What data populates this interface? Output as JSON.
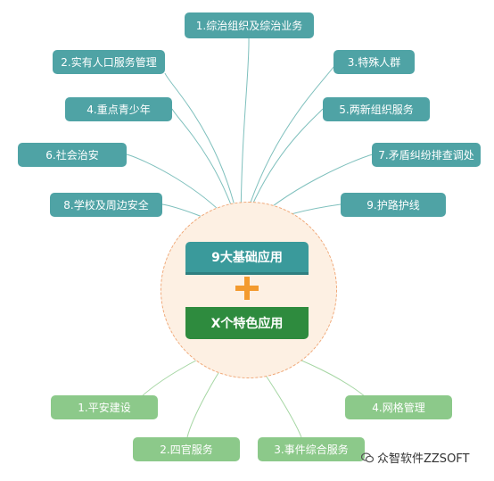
{
  "top_items": [
    "1.综治组织及综治业务",
    "2.实有人口服务管理",
    "3.特殊人群",
    "4.重点青少年",
    "5.两新组织服务",
    "6.社会治安",
    "7.矛盾纠纷排查调处",
    "8.学校及周边安全",
    "9.护路护线"
  ],
  "center": {
    "basic": "9大基础应用",
    "feature": "X个特色应用"
  },
  "bottom_items": [
    "1.平安建设",
    "2.四官服务",
    "3.事件综合服务",
    "4.网格管理"
  ],
  "watermark": "众智软件ZZSOFT",
  "colors": {
    "teal": "#4fa3a5",
    "green_bar": "#2e8b3e",
    "light_green": "#8cc98a",
    "plus": "#f39a2e"
  }
}
